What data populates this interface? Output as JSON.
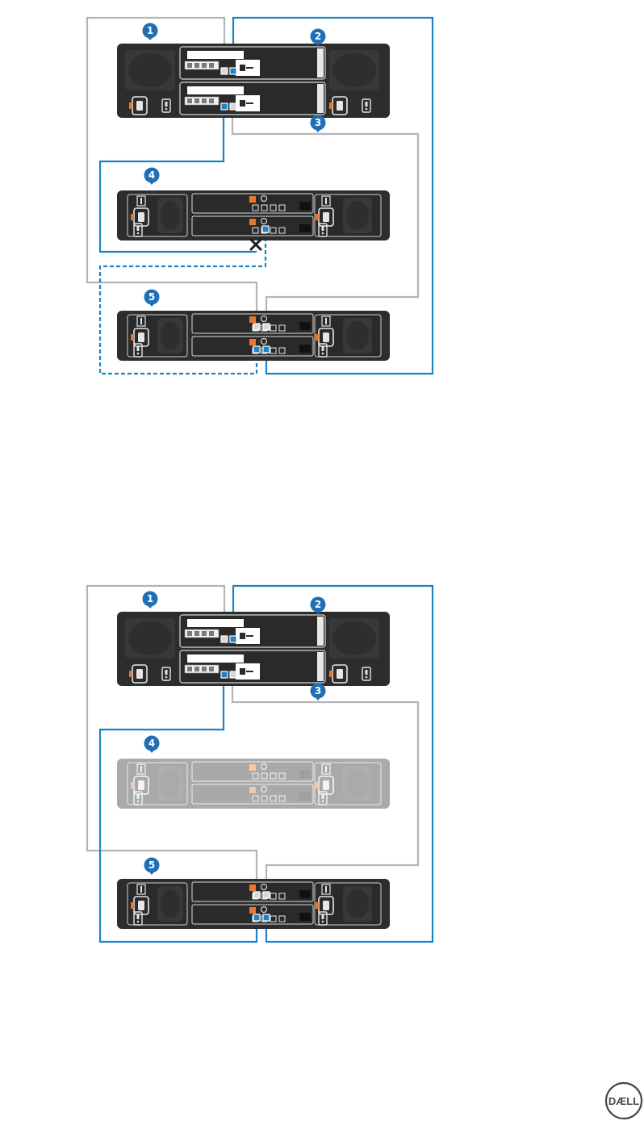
{
  "colors": {
    "chassis_dark": "#2d2d2d",
    "chassis_mid": "#3d3d3d",
    "chassis_light": "#5a5a5a",
    "callout_blue": "#1f6fb5",
    "cable_blue": "#1b84c6",
    "cable_gray": "#b4b4b4",
    "port_orange": "#e8772e",
    "faded_opacity": "0.4"
  },
  "icons": [
    "power-connector-icon",
    "power-switch-icon",
    "fan-grille-icon",
    "ethernet-port-icon",
    "sas-port-icon",
    "remove-x-icon"
  ],
  "callouts": {
    "array_controller_top": "1",
    "controller_module_a": "2",
    "controller_module_b": "3",
    "expansion_enclosure_removed": "4",
    "expansion_enclosure_remaining": "5"
  },
  "panels": [
    {
      "state": "before",
      "enclosure_4_faded": false,
      "shows_remove_marker": true,
      "dashed_new_cable": true
    },
    {
      "state": "after",
      "enclosure_4_faded": true,
      "shows_remove_marker": false,
      "dashed_new_cable": false
    }
  ],
  "logo": {
    "text": "DÆLL"
  }
}
